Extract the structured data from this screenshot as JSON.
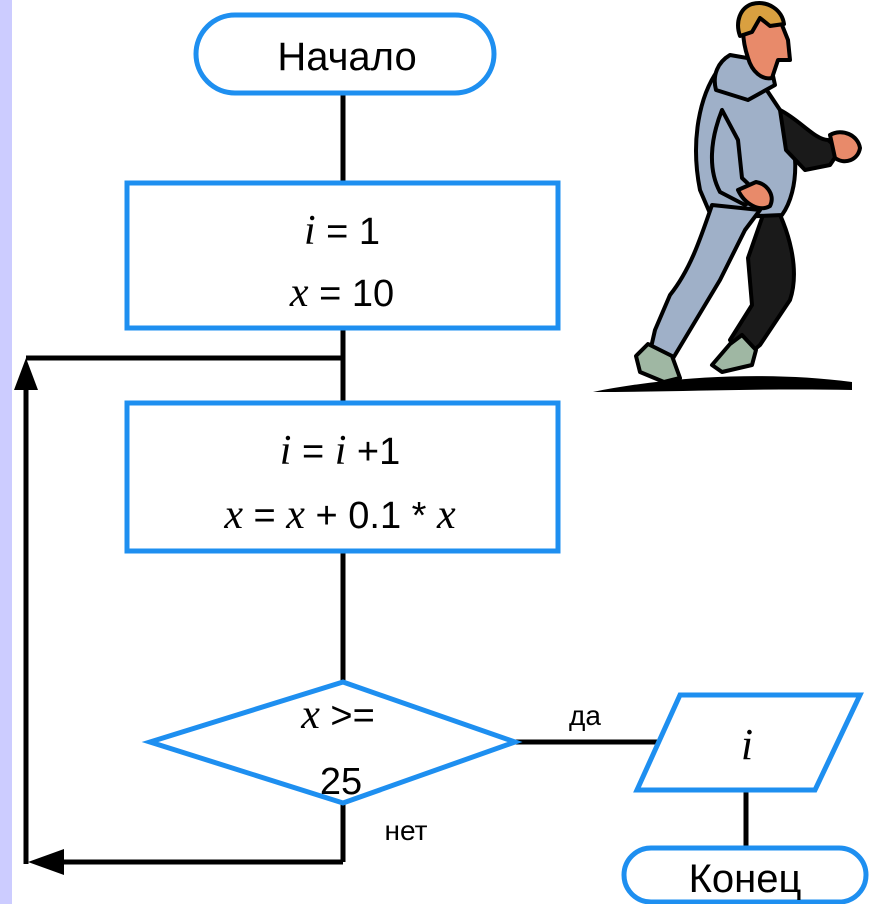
{
  "colors": {
    "shape_stroke": "#1E8FF0",
    "line": "#000000",
    "left_band": "#CCCCFF",
    "background": "#FFFFFF"
  },
  "flowchart": {
    "start": {
      "text": "Начало"
    },
    "init": {
      "line1": {
        "var": "i",
        "rest": " = 1"
      },
      "line2": {
        "var": "x",
        "rest": " = 10"
      }
    },
    "loop_body": {
      "line1": {
        "v1": "i",
        "op": " = ",
        "v2": "i",
        "rest": " +1"
      },
      "line2": {
        "v1": "x",
        "op": " = ",
        "v2": "x",
        "mid": " + 0.1 * ",
        "v3": "x"
      }
    },
    "condition": {
      "var": "x",
      "op": " >=",
      "value": "25",
      "yes_label": "да",
      "no_label": "нет"
    },
    "output": {
      "var": "i"
    },
    "end": {
      "text": "Конец"
    }
  },
  "illustration": {
    "name": "running-man-clipart"
  }
}
